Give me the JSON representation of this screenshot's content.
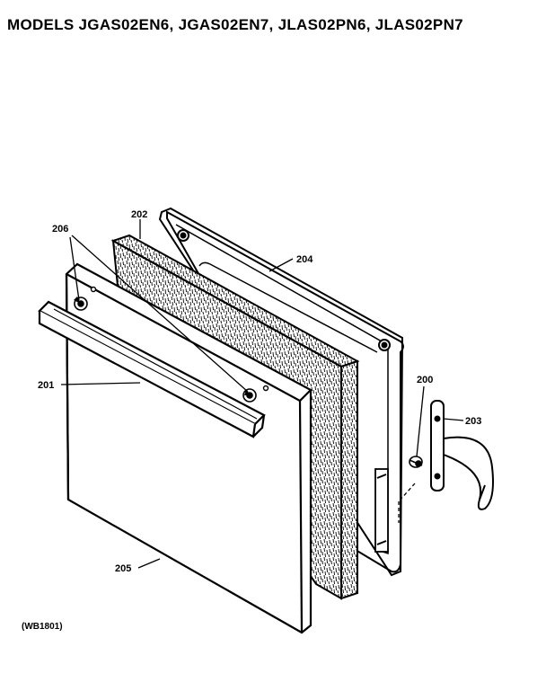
{
  "header": {
    "title": "MODELS JGAS02EN6, JGAS02EN7, JLAS02PN6, JLAS02PN7"
  },
  "diagram": {
    "callouts": {
      "c200": "200",
      "c201": "201",
      "c202": "202",
      "c203": "203",
      "c204": "204",
      "c205": "205",
      "c206": "206"
    },
    "figure_code": "(WB1801)"
  }
}
